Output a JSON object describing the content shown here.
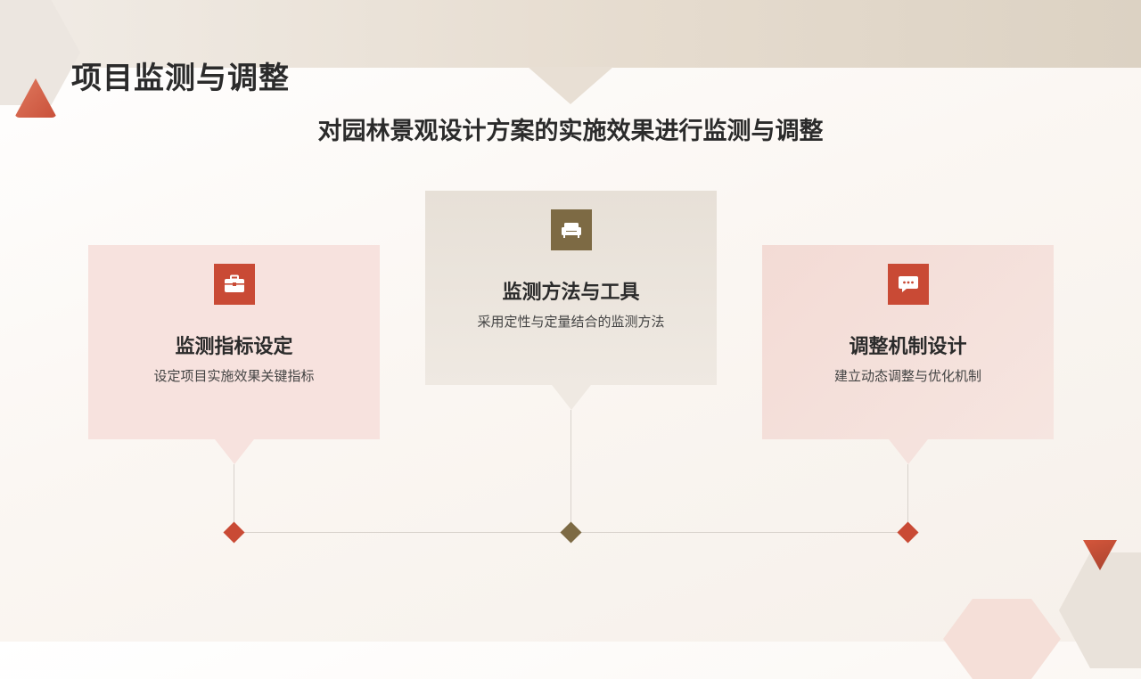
{
  "slide": {
    "title": "项目监测与调整",
    "subtitle": "对园林景观设计方案的实施效果进行监测与调整"
  },
  "cards": [
    {
      "title": "监测指标设定",
      "description": "设定项目实施效果关键指标",
      "icon": "briefcase-icon",
      "accent": "#c94a35"
    },
    {
      "title": "监测方法与工具",
      "description": "采用定性与定量结合的监测方法",
      "icon": "sofa-icon",
      "accent": "#7d6a44"
    },
    {
      "title": "调整机制设计",
      "description": "建立动态调整与优化机制",
      "icon": "chat-bubble-icon",
      "accent": "#c94a35"
    }
  ],
  "colors": {
    "primary": "#c94a35",
    "secondary": "#7d6a44",
    "text": "#2b2b2b"
  }
}
